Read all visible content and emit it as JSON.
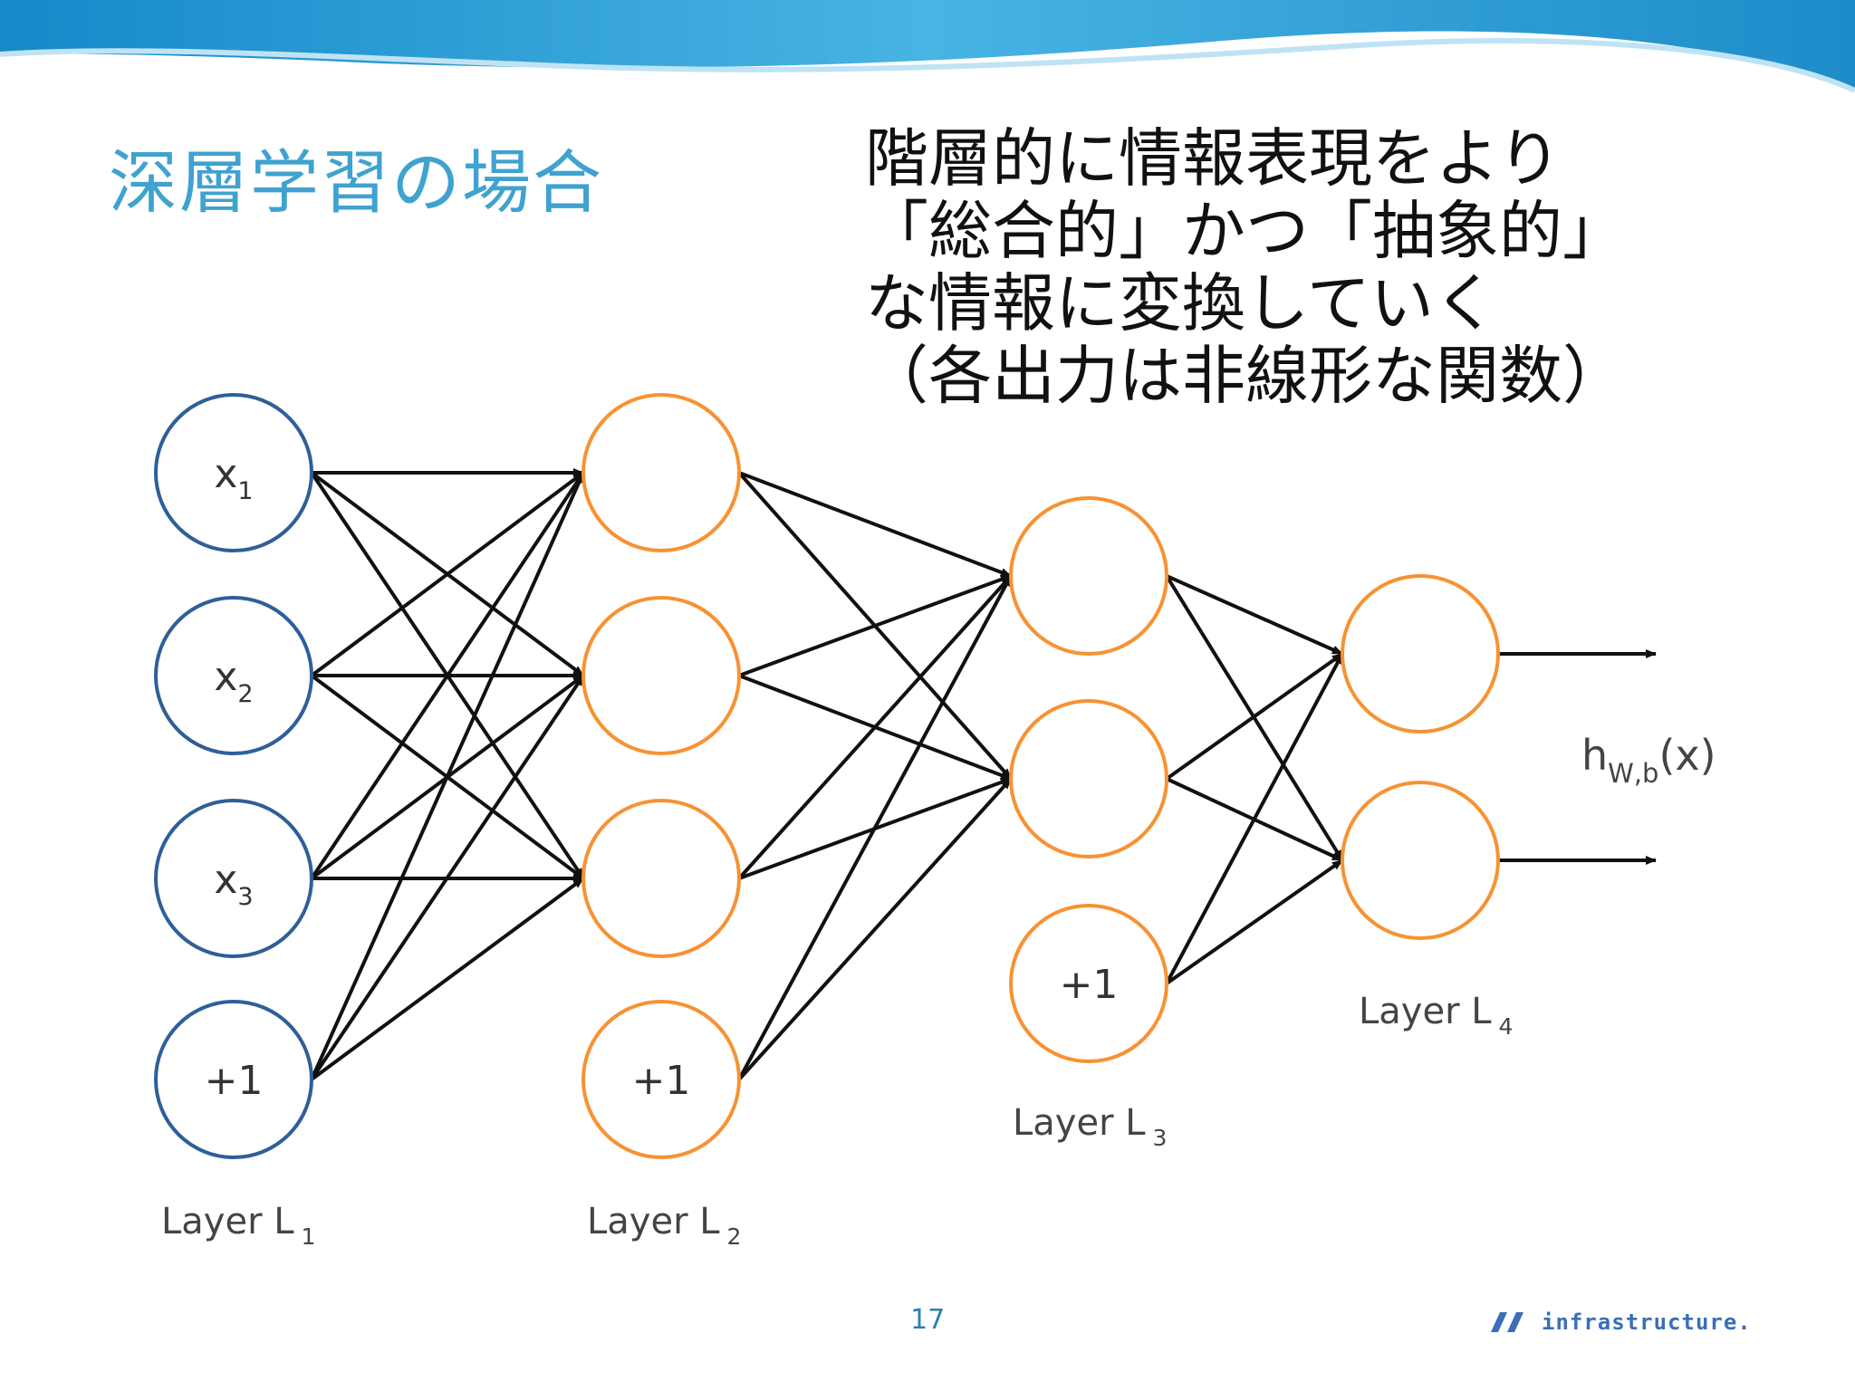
{
  "slide": {
    "title": "深層学習の場合",
    "description_lines": [
      "階層的に情報表現をより",
      "「総合的」かつ「抽象的」",
      "な情報に変換していく",
      "（各出力は非線形な関数）"
    ],
    "page_number": "17",
    "logo_text": "infrastructure."
  },
  "diagram": {
    "input_color": "#2e5f99",
    "hidden_color": "#f79233",
    "edge_color": "#111111",
    "layers": [
      {
        "label": "Layer L",
        "sub": "1",
        "nodes": [
          {
            "main": "x",
            "sub": "1"
          },
          {
            "main": "x",
            "sub": "2"
          },
          {
            "main": "x",
            "sub": "3"
          },
          {
            "main": "+1",
            "sub": ""
          }
        ]
      },
      {
        "label": "Layer L",
        "sub": "2",
        "nodes": [
          {
            "main": "",
            "sub": ""
          },
          {
            "main": "",
            "sub": ""
          },
          {
            "main": "",
            "sub": ""
          },
          {
            "main": "+1",
            "sub": ""
          }
        ]
      },
      {
        "label": "Layer L",
        "sub": "3",
        "nodes": [
          {
            "main": "",
            "sub": ""
          },
          {
            "main": "",
            "sub": ""
          },
          {
            "main": "+1",
            "sub": ""
          }
        ]
      },
      {
        "label": "Layer L",
        "sub": "4",
        "nodes": [
          {
            "main": "",
            "sub": ""
          },
          {
            "main": "",
            "sub": ""
          }
        ]
      }
    ],
    "output_label": {
      "main": "h",
      "sub": "W,b",
      "tail": "(x)"
    }
  }
}
